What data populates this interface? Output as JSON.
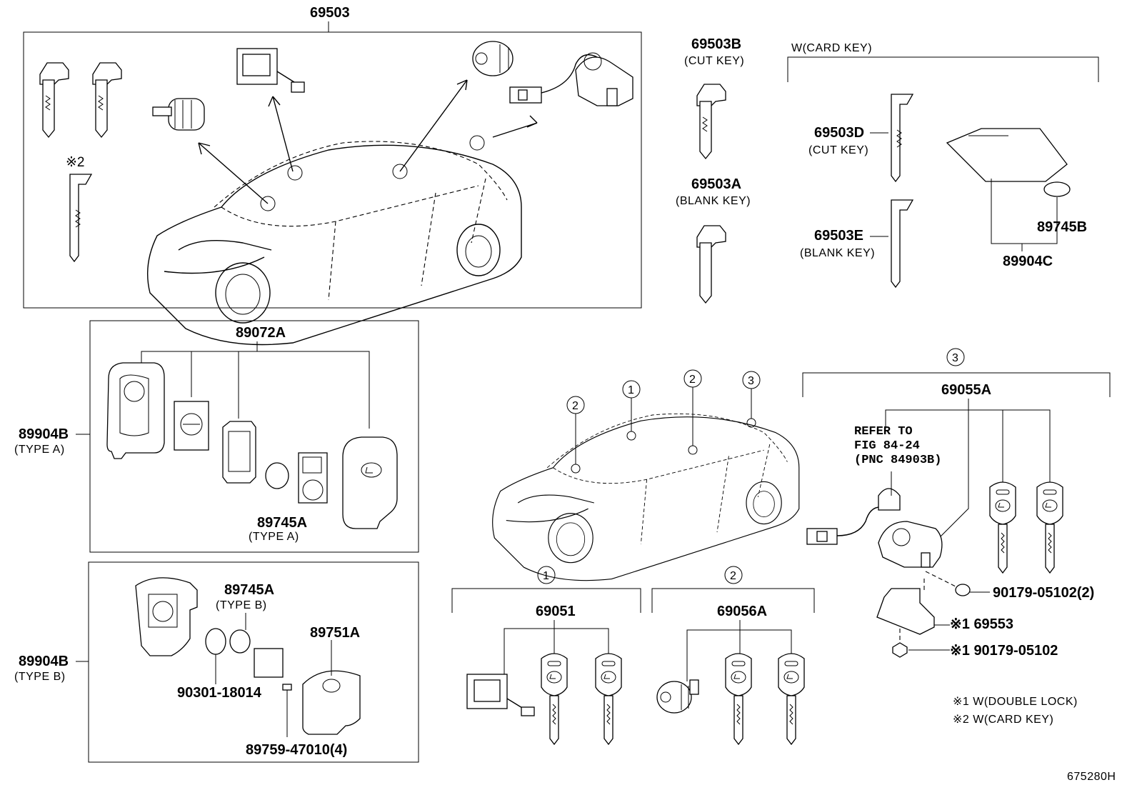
{
  "header": {
    "main_part": "69503"
  },
  "keys": {
    "cut_key": {
      "part": "69503B",
      "desc": "(CUT KEY)"
    },
    "blank_key": {
      "part": "69503A",
      "desc": "(BLANK KEY)"
    },
    "card_key_header": "W(CARD KEY)",
    "card_cut_key": {
      "part": "69503D",
      "desc": "(CUT KEY)"
    },
    "card_blank_key": {
      "part": "69503E",
      "desc": "(BLANK KEY)"
    },
    "battery_card": "89745B",
    "card_assembly": "89904C",
    "mark_2": "※2"
  },
  "transmitter": {
    "assembly_a": "89072A",
    "housing_a": {
      "part": "89904B",
      "desc": "(TYPE A)"
    },
    "battery_a": {
      "part": "89745A",
      "desc": "(TYPE A)"
    },
    "housing_b": {
      "part": "89904B",
      "desc": "(TYPE B)"
    },
    "battery_b": {
      "part": "89745A",
      "desc": "(TYPE B)"
    },
    "cover_b": "89751A",
    "oring": "90301-18014",
    "screw": "89759-47010(4)"
  },
  "cylinders": {
    "circle_1": "1",
    "circle_2": "2",
    "circle_3": "3",
    "set_1": "69051",
    "set_2": "69056A",
    "set_3": "69055A",
    "refer": [
      "REFER TO",
      "FIG 84-24",
      "(PNC 84903B)"
    ],
    "bolt_2": "90179-05102(2)",
    "cover_mark": "※1 69553",
    "bolt_mark": "※1 90179-05102"
  },
  "notes": {
    "note_1": "※1  W(DOUBLE LOCK)",
    "note_2": "※2  W(CARD KEY)"
  },
  "footer": {
    "figure_id": "675280H"
  }
}
